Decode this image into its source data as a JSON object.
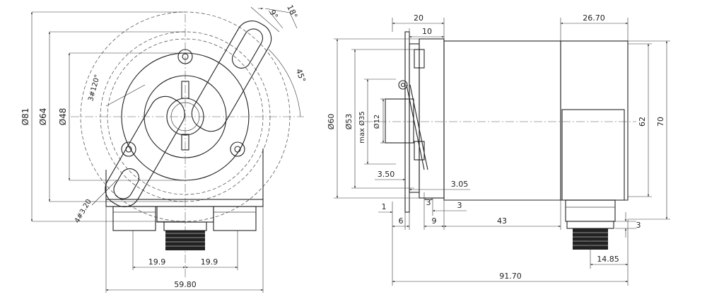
{
  "front_view": {
    "dia_81": "Ø81",
    "dia_64": "Ø64",
    "dia_48": "Ø48",
    "holes_3x120": "3#120°",
    "slots_4x3_20": "4#3.20",
    "angle_18": "18°",
    "angle_9": "9°",
    "angle_45": "45°",
    "width_19_9_left": "19.9",
    "width_19_9_right": "19.9",
    "width_59_80": "59.80"
  },
  "side_view": {
    "len_20": "20",
    "len_10": "10",
    "len_26_70": "26.70",
    "dia_60": "Ø60",
    "dia_53": "Ø53",
    "max_dia_35": "max Ø35",
    "dia_12": "Ø12",
    "h_62": "62",
    "h_70": "70",
    "len_3_50": "3.50",
    "len_3_05": "3.05",
    "len_1": "1",
    "len_6": "6",
    "len_3_a": "3",
    "len_3_b": "3",
    "len_9": "9",
    "len_43": "43",
    "len_3_c": "3",
    "len_14_85": "14.85",
    "len_91_70": "91.70"
  }
}
